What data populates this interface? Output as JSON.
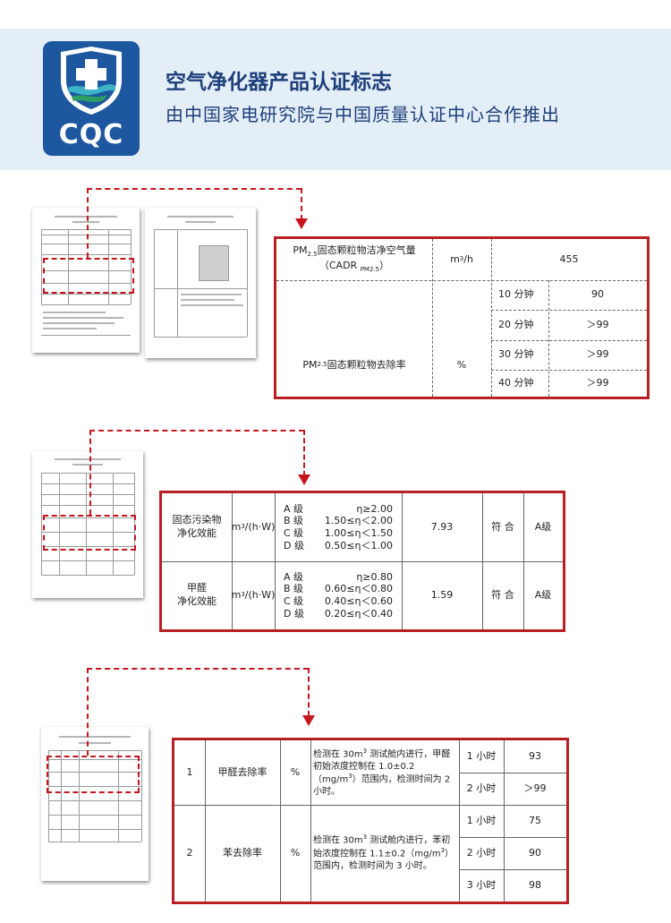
{
  "header": {
    "logo_text": "CQC",
    "title": "空气净化器产品认证标志",
    "subtitle": "由中国家电研究院与中国质量认证中心合作推出"
  },
  "table1": {
    "cadr_label_line1_pre": "PM",
    "cadr_label_line1_sub": "2.5",
    "cadr_label_line1_post": "固态颗粒物洁净空气量",
    "cadr_label_line2_pre": "（CADR ",
    "cadr_label_line2_sub": "PM2.5",
    "cadr_label_line2_post": "）",
    "cadr_unit_pre": "m",
    "cadr_unit_sup": "3",
    "cadr_unit_post": "/h",
    "cadr_value": "455",
    "removal_label_pre": "PM",
    "removal_label_sub": "2.5",
    "removal_label_post": "固态颗粒物去除率",
    "removal_unit": "%",
    "rows": [
      {
        "time": "10 分钟",
        "value": "90"
      },
      {
        "time": "20 分钟",
        "value": "＞99"
      },
      {
        "time": "30 分钟",
        "value": "＞99"
      },
      {
        "time": "40 分钟",
        "value": "＞99"
      }
    ]
  },
  "table2": {
    "rows": [
      {
        "name_line1": "固态污染物",
        "name_line2": "净化效能",
        "unit_pre": "m",
        "unit_sup": "3",
        "unit_post": "/(h·W)",
        "grades": [
          {
            "g": "A 级",
            "r": "η≥2.00"
          },
          {
            "g": "B 级",
            "r": "1.50≤η＜2.00"
          },
          {
            "g": "C 级",
            "r": "1.00≤η＜1.50"
          },
          {
            "g": "D 级",
            "r": "0.50≤η＜1.00"
          }
        ],
        "value": "7.93",
        "verdict": "符 合",
        "level": "A级"
      },
      {
        "name_line1": "甲醛",
        "name_line2": "净化效能",
        "unit_pre": "m",
        "unit_sup": "3",
        "unit_post": "/(h·W)",
        "grades": [
          {
            "g": "A 级",
            "r": "η≥0.80"
          },
          {
            "g": "B 级",
            "r": "0.60≤η＜0.80"
          },
          {
            "g": "C 级",
            "r": "0.40≤η＜0.60"
          },
          {
            "g": "D 级",
            "r": "0.20≤η＜0.40"
          }
        ],
        "value": "1.59",
        "verdict": "符 合",
        "level": "A级"
      }
    ]
  },
  "table3": {
    "rows": [
      {
        "no": "1",
        "name": "甲醛去除率",
        "unit": "%",
        "desc_a": "检测在 30m",
        "desc_sup1": "3",
        "desc_b": " 测试舱内进行，甲醛初始浓度控制在 1.0±0.2（mg/m",
        "desc_sup2": "3",
        "desc_c": "）范围内，检测时间为 2 小时。",
        "results": [
          {
            "time": "1 小时",
            "value": "93"
          },
          {
            "time": "2 小时",
            "value": "＞99"
          }
        ]
      },
      {
        "no": "2",
        "name": "苯去除率",
        "unit": "%",
        "desc_a": "检测在 30m",
        "desc_sup1": "3",
        "desc_b": " 测试舱内进行，苯初始浓度控制在 1.1±0.2（mg/m",
        "desc_sup2": "3",
        "desc_c": "）范围内，检测时间为 3 小时。",
        "results": [
          {
            "time": "1 小时",
            "value": "75"
          },
          {
            "time": "2 小时",
            "value": "90"
          },
          {
            "time": "3 小时",
            "value": "98"
          }
        ]
      }
    ]
  }
}
